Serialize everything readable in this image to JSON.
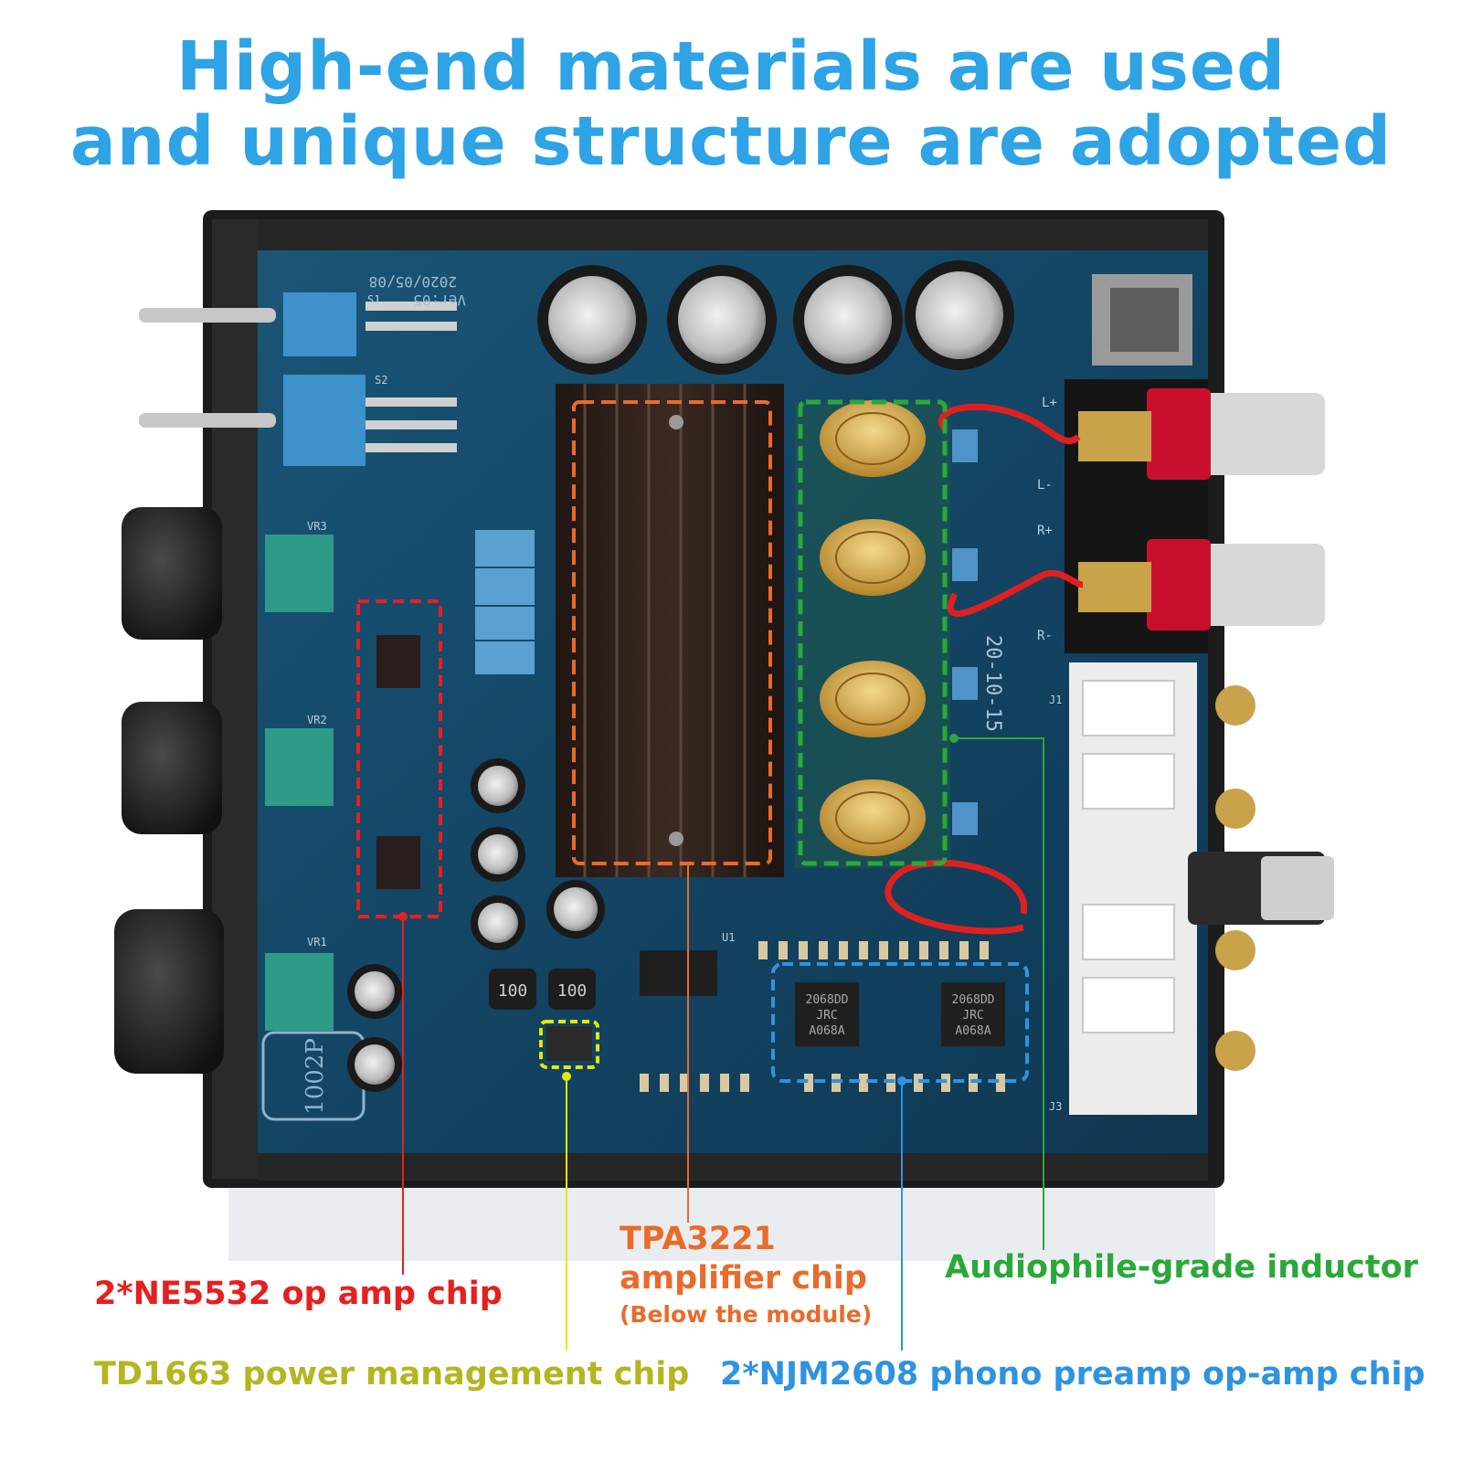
{
  "headline": {
    "line1": "High-end materials are used",
    "line2": "and unique structure are adopted"
  },
  "board": {
    "version": "Ver:05",
    "date": "2020/05/08",
    "model": "1002P",
    "date_stamp": "20-10-15",
    "speaker_terminal_labels": [
      "L+",
      "L-",
      "R+",
      "R-"
    ],
    "component_labels": [
      "S1",
      "S2",
      "VR1",
      "VR2",
      "VR3",
      "U1",
      "J1",
      "J3"
    ],
    "chip_markings": [
      "2068DD",
      "JRC",
      "A068A"
    ],
    "inductor_markings": [
      "100",
      "100"
    ]
  },
  "colors": {
    "headline": "#2ea3e6",
    "ne5532": "#e62020",
    "tpa3221": "#ea6a2c",
    "inductor": "#2aa83a",
    "td1663": "#b5b520",
    "njm2608": "#2f93df",
    "pcb": "#13405e"
  },
  "callouts": {
    "ne5532": "2*NE5532 op amp chip",
    "tpa3221_line1": "TPA3221",
    "tpa3221_line2": "amplifier chip",
    "tpa3221_note": "(Below the module)",
    "inductor": "Audiophile-grade inductor",
    "td1663": "TD1663 power management chip",
    "njm2608": "2*NJM2608 phono preamp op-amp chip"
  }
}
